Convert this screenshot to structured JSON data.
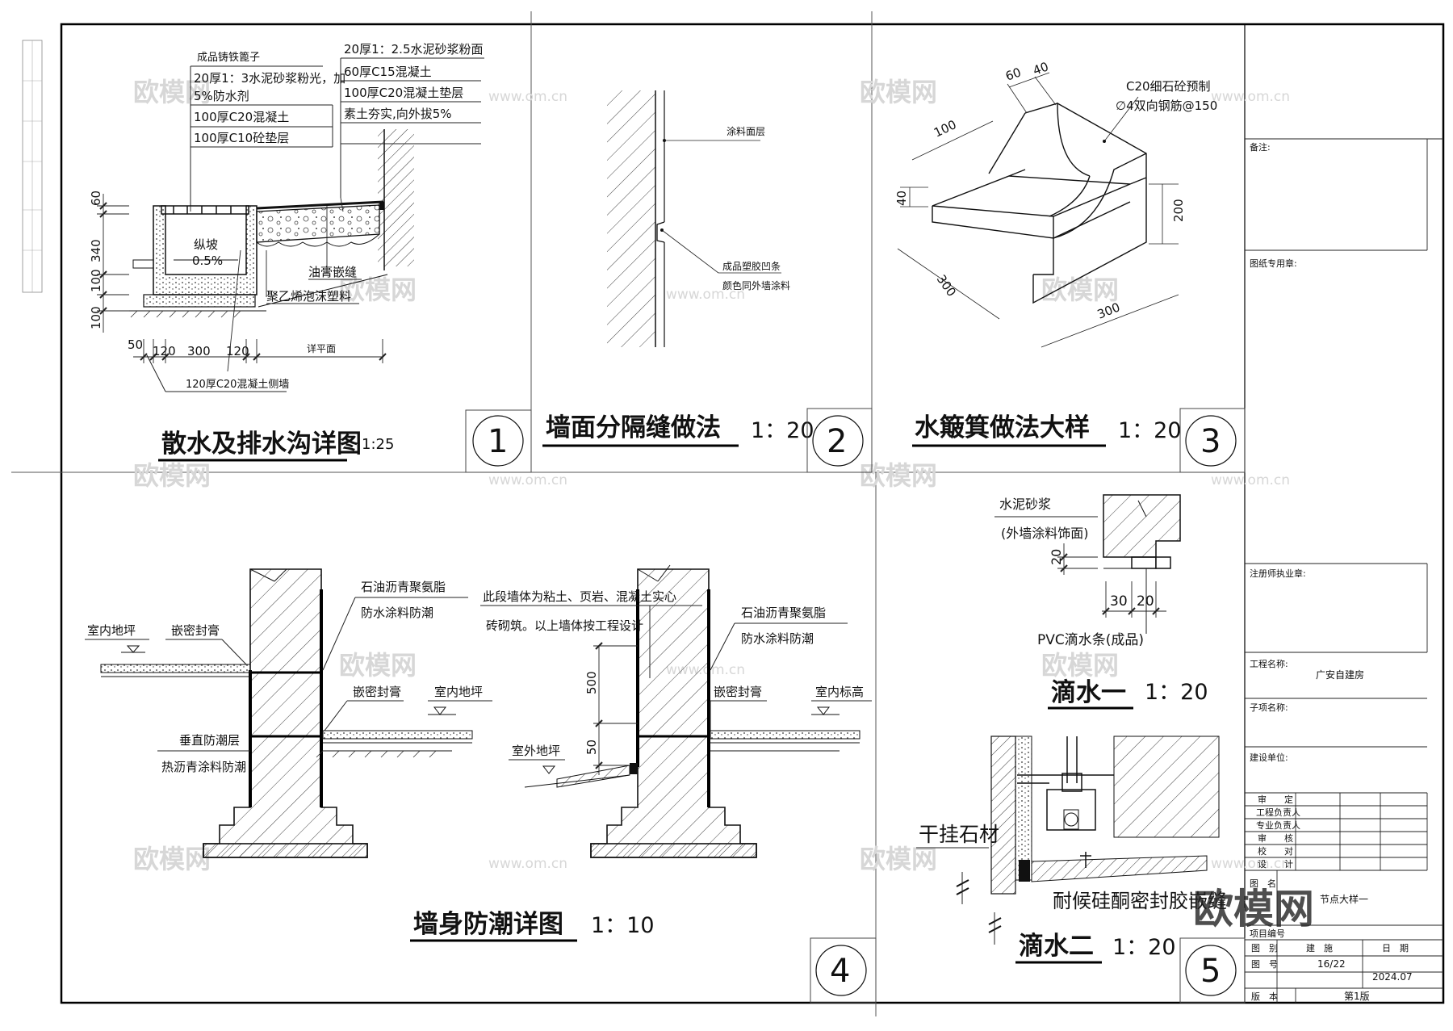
{
  "watermark": {
    "brand": "欧模网",
    "url": "www.om.cn"
  },
  "detail1": {
    "title": "散水及排水沟详图",
    "scale": "1:25",
    "number": "1",
    "labels": [
      "成品铸铁篦子",
      "20厚1：3水泥砂浆粉光，加",
      "5%防水剂",
      "100厚C20混凝土",
      "100厚C10砼垫层",
      "20厚1：2.5水泥砂浆粉面",
      "60厚C15混凝土",
      "100厚C20混凝土垫层",
      "素土夯实,向外拔5%",
      "纵坡",
      "0.5%",
      "油膏嵌缝",
      "聚乙烯泡沫塑料",
      "120厚C20混凝土侧墙",
      "详平面"
    ],
    "dims_v": [
      "60",
      "340",
      "100",
      "100"
    ],
    "dims_h": [
      "50",
      "120",
      "300",
      "120"
    ]
  },
  "detail2": {
    "title": "墙面分隔缝做法",
    "scale": "1：20",
    "number": "2",
    "labels": [
      "涂料面层",
      "成品塑胶凹条",
      "颜色同外墙涂料"
    ]
  },
  "detail3": {
    "title": "水簸箕做法大样",
    "scale": "1：20",
    "number": "3",
    "labels": [
      "C20细石砼预制",
      "∅4双向钢筋@150"
    ],
    "dims": [
      "60",
      "40",
      "100",
      "40",
      "200",
      "300",
      "300"
    ]
  },
  "detail4": {
    "title": "墙身防潮详图",
    "scale": "1：10",
    "number": "4",
    "labels": [
      "室内地坪",
      "嵌密封膏",
      "石油沥青聚氨脂",
      "防水涂料防潮",
      "嵌密封膏",
      "室内地坪",
      "垂直防潮层",
      "热沥青涂料防潮",
      "此段墙体为粘土、页岩、混凝土实心",
      "砖砌筑。以上墙体按工程设计",
      "石油沥青聚氨脂",
      "防水涂料防潮",
      "嵌密封膏",
      "室内标高",
      "室外地坪"
    ],
    "dims": [
      "500",
      "50"
    ]
  },
  "detail5a": {
    "title": "滴水一",
    "scale": "1：20",
    "labels": [
      "水泥砂浆",
      "(外墙涂料饰面)",
      "PVC滴水条(成品)"
    ],
    "dims": [
      "20",
      "30",
      "20"
    ]
  },
  "detail5b": {
    "title": "滴水二",
    "scale": "1：20",
    "number": "5",
    "labels": [
      "干挂石材",
      "耐候硅酮密封胶嵌缝"
    ]
  },
  "titleblock": {
    "remark": "备注:",
    "stamp": "图纸专用章:",
    "reg": "注册师执业章:",
    "project_label": "工程名称:",
    "project": "广安自建房",
    "sub_label": "子项名称:",
    "client_label": "建设单位:",
    "roles": [
      "审　　定",
      "工程负责人",
      "专业负责人",
      "审　　核",
      "校　　对",
      "设　　计"
    ],
    "drawing_label": "图　名",
    "drawing_name": "节点大样一",
    "projno_label": "项目编号",
    "row1": [
      "图　别",
      "建　施",
      "日　期"
    ],
    "row2": [
      "图　号",
      "16/22",
      "2024.07"
    ],
    "row3": [
      "版　本",
      "第1版"
    ]
  }
}
